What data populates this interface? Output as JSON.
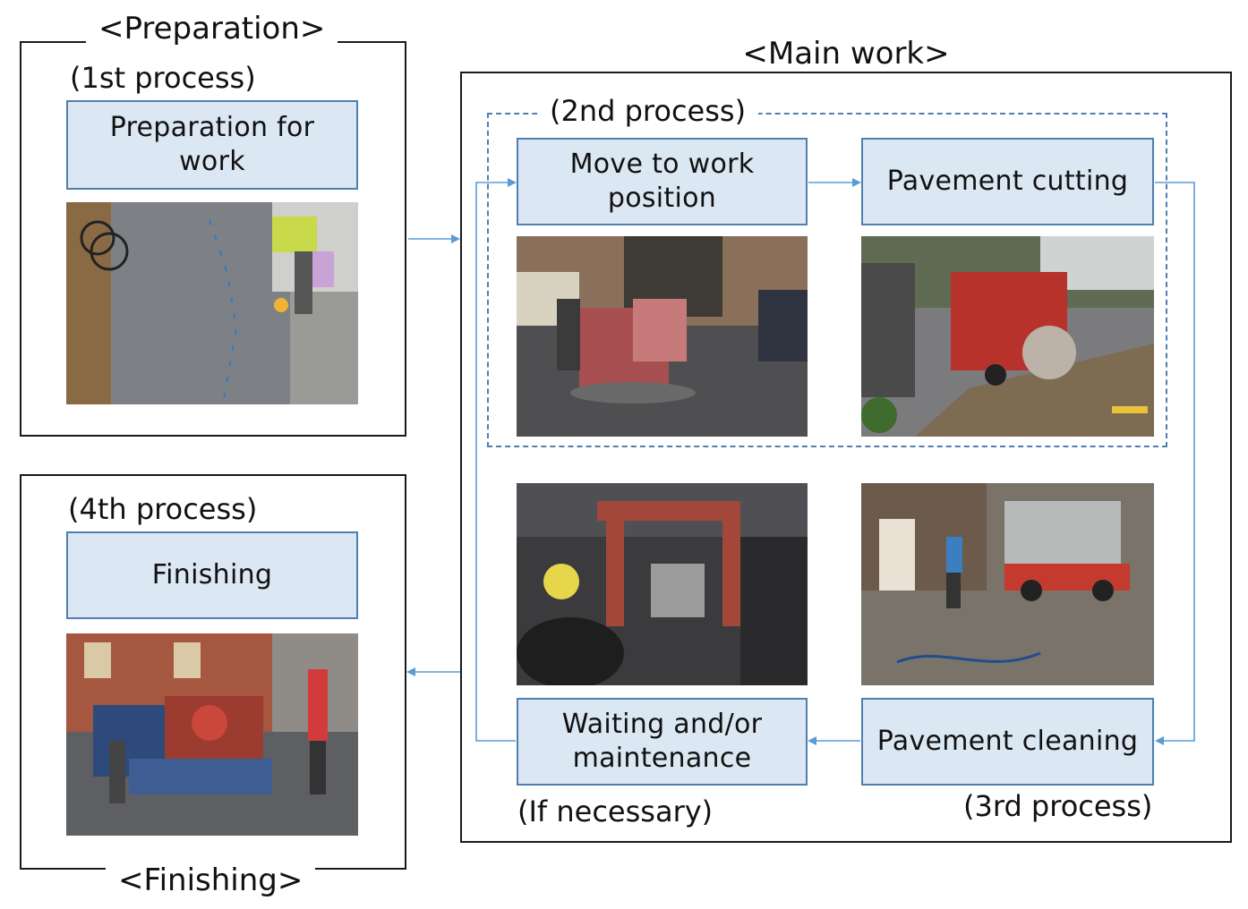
{
  "sections": {
    "preparation": {
      "title": "<Preparation>",
      "process_label": "(1st process)",
      "box": "Preparation for\nwork"
    },
    "main_work": {
      "title": "<Main work>",
      "second_process_label": "(2nd process)",
      "third_process_label": "(3rd process)",
      "if_necessary_label": "(If necessary)",
      "box_move": "Move to work\nposition",
      "box_cutting": "Pavement cutting",
      "box_cleaning": "Pavement cleaning",
      "box_waiting": "Waiting and/or\nmaintenance"
    },
    "finishing": {
      "title": "<Finishing>",
      "process_label": "(4th process)",
      "box": "Finishing"
    }
  },
  "colors": {
    "box_fill": "#dbe7f3",
    "box_border": "#4f7fb0",
    "arrow": "#5b9bd5",
    "frame": "#1a1a1a"
  }
}
